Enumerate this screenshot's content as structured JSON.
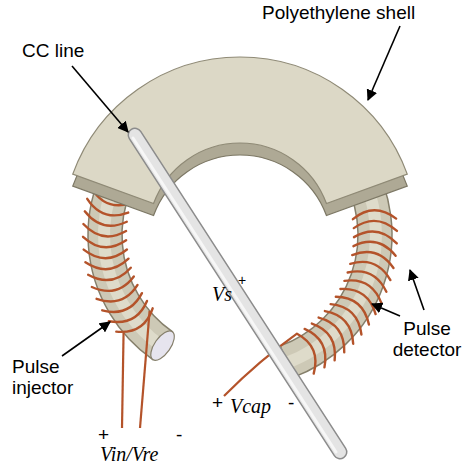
{
  "diagram": {
    "labels": [
      "Polyethylene shell",
      "CC line",
      "+",
      "Vs",
      "Pulse injector",
      "Pulse detector",
      "+",
      "Vin/Vre",
      "-",
      "+",
      "Vcap",
      "-"
    ]
  }
}
